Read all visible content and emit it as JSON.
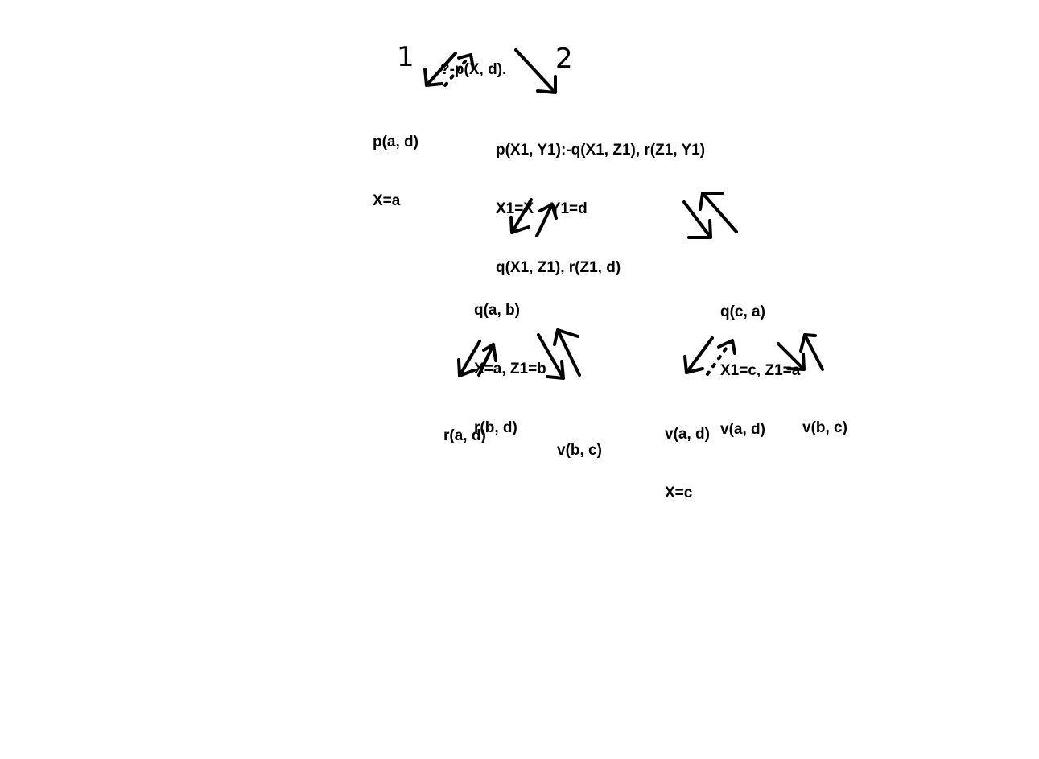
{
  "root": {
    "goal": "?-p(X, d)."
  },
  "branch_labels": {
    "first": "1",
    "second": "2"
  },
  "fact_node": {
    "lines": [
      "p(a, d)",
      "X=a"
    ]
  },
  "rule_node": {
    "lines": [
      "p(X1, Y1):-q(X1, Z1), r(Z1, Y1)",
      "X1=X    Y1=d",
      "q(X1, Z1), r(Z1, d)"
    ]
  },
  "left_node": {
    "lines": [
      "q(a, b)",
      "X=a, Z1=b",
      "r(b, d)"
    ]
  },
  "right_node": {
    "lines": [
      "q(c, a)",
      "X1=c, Z1=a",
      "v(a, d)"
    ]
  },
  "leaf_r_ad": {
    "lines": [
      "r(a, d)"
    ]
  },
  "leaf_v_bc_left": {
    "lines": [
      "v(b, c)"
    ]
  },
  "leaf_v_ad": {
    "lines": [
      "v(a, d)",
      "X=c"
    ]
  },
  "leaf_v_bc_right": {
    "lines": [
      "v(b, c)"
    ]
  }
}
